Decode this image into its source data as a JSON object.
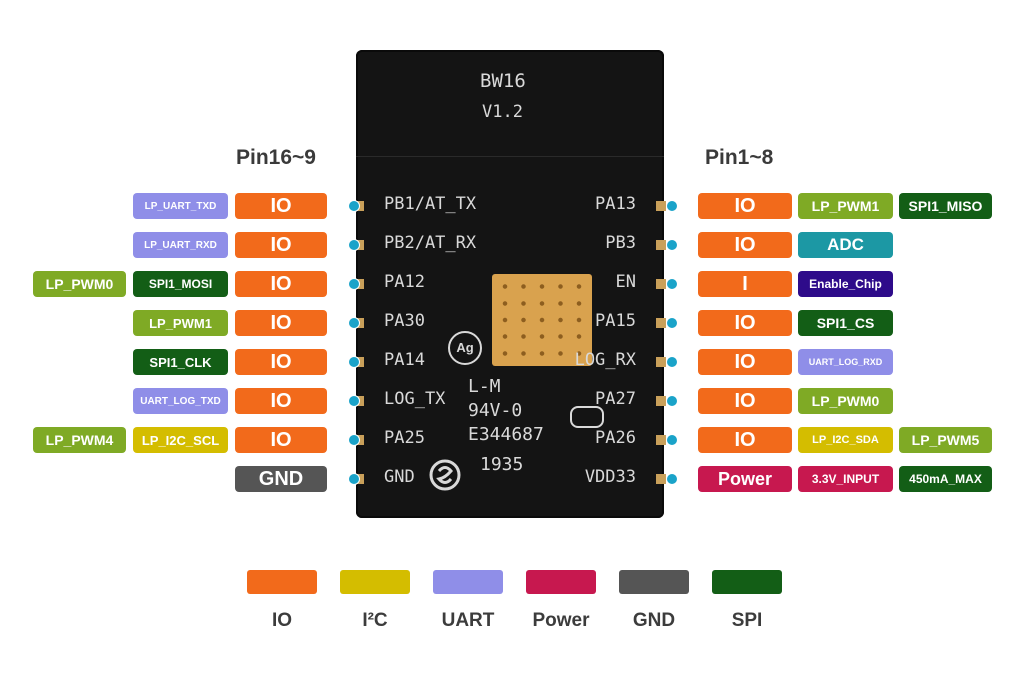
{
  "headers": {
    "left": "Pin16~9",
    "right": "Pin1~8"
  },
  "colors": {
    "IO": "#f26a1b",
    "I2C": "#d4bd00",
    "UART": "#8f8ee8",
    "Power": "#c7184f",
    "GND": "#555555",
    "SPI": "#135e16",
    "PWM": "#7faa25",
    "ADC": "#1c98a4",
    "Enable": "#2e0b8a"
  },
  "chip": {
    "name": "BW16",
    "version": "V1.2",
    "left_pins": [
      "PB1/AT_TX",
      "PB2/AT_RX",
      "PA12",
      "PA30",
      "PA14",
      "LOG_TX",
      "PA25",
      "GND"
    ],
    "right_pins": [
      "PA13",
      "PB3",
      "EN",
      "PA15",
      "LOG_RX",
      "PA27",
      "PA26",
      "VDD33"
    ],
    "mark_lines": [
      "L-M",
      "94V-0",
      "E344687",
      "1935"
    ]
  },
  "left_rows": [
    {
      "type": "IO",
      "functions": [
        {
          "text": "LP_UART_TXD",
          "kind": "UART"
        }
      ]
    },
    {
      "type": "IO",
      "functions": [
        {
          "text": "LP_UART_RXD",
          "kind": "UART"
        }
      ]
    },
    {
      "type": "IO",
      "functions": [
        {
          "text": "SPI1_MOSI",
          "kind": "SPI"
        },
        {
          "text": "LP_PWM0",
          "kind": "PWM"
        }
      ]
    },
    {
      "type": "IO",
      "functions": [
        {
          "text": "LP_PWM1",
          "kind": "PWM"
        }
      ]
    },
    {
      "type": "IO",
      "functions": [
        {
          "text": "SPI1_CLK",
          "kind": "SPI"
        }
      ]
    },
    {
      "type": "IO",
      "functions": [
        {
          "text": "UART_LOG_TXD",
          "kind": "UART"
        }
      ]
    },
    {
      "type": "IO",
      "functions": [
        {
          "text": "LP_I2C_SCL",
          "kind": "I2C"
        },
        {
          "text": "LP_PWM4",
          "kind": "PWM"
        }
      ]
    },
    {
      "type": "GND",
      "functions": []
    }
  ],
  "right_rows": [
    {
      "type": "IO",
      "functions": [
        {
          "text": "LP_PWM1",
          "kind": "PWM"
        },
        {
          "text": "SPI1_MISO",
          "kind": "SPI"
        }
      ]
    },
    {
      "type": "IO",
      "functions": [
        {
          "text": "ADC",
          "kind": "ADC"
        }
      ]
    },
    {
      "type": "I",
      "functions": [
        {
          "text": "Enable_Chip",
          "kind": "Enable"
        }
      ]
    },
    {
      "type": "IO",
      "functions": [
        {
          "text": "SPI1_CS",
          "kind": "SPI"
        }
      ]
    },
    {
      "type": "IO",
      "functions": [
        {
          "text": "UART_LOG_RXD",
          "kind": "UART"
        }
      ]
    },
    {
      "type": "IO",
      "functions": [
        {
          "text": "LP_PWM0",
          "kind": "PWM"
        }
      ]
    },
    {
      "type": "IO",
      "functions": [
        {
          "text": "LP_I2C_SDA",
          "kind": "I2C"
        },
        {
          "text": "LP_PWM5",
          "kind": "PWM"
        }
      ]
    },
    {
      "type": "Power",
      "functions": [
        {
          "text": "3.3V_INPUT",
          "kind": "Power"
        },
        {
          "text": "450mA_MAX",
          "kind": "SPI"
        }
      ]
    }
  ],
  "legend": [
    {
      "label": "IO",
      "color": "#f26a1b"
    },
    {
      "label": "I²C",
      "color": "#d4bd00"
    },
    {
      "label": "UART",
      "color": "#8f8ee8"
    },
    {
      "label": "Power",
      "color": "#c7184f"
    },
    {
      "label": "GND",
      "color": "#555555"
    },
    {
      "label": "SPI",
      "color": "#135e16"
    }
  ]
}
